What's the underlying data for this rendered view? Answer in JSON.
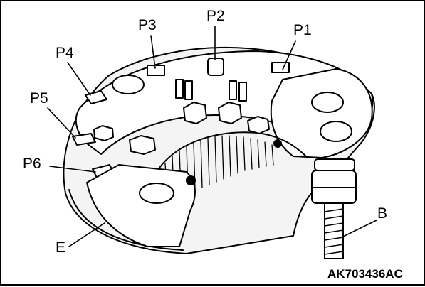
{
  "figure": {
    "code": "AK703436AC",
    "callouts": {
      "p1": "P1",
      "p2": "P2",
      "p3": "P3",
      "p4": "P4",
      "p5": "P5",
      "p6": "P6",
      "e": "E",
      "b": "B"
    }
  }
}
